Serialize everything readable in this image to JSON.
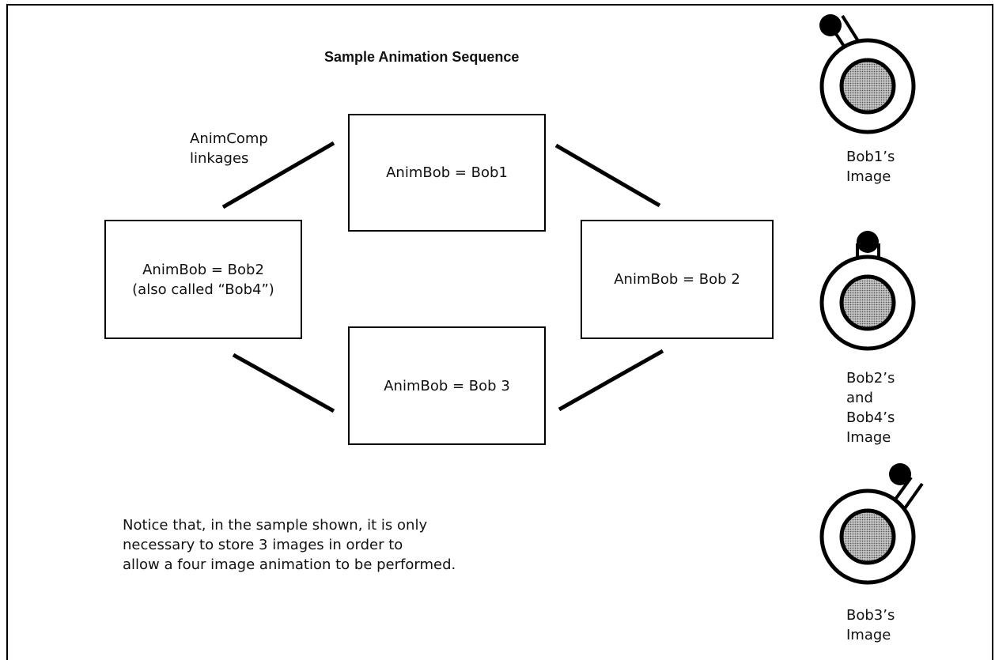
{
  "title": "Sample Animation Sequence",
  "linkage_label": [
    "AnimComp",
    "linkages"
  ],
  "boxes": {
    "top": [
      "AnimBob = Bob1"
    ],
    "left": [
      "AnimBob = Bob2",
      "(also called “Bob4”)"
    ],
    "right": [
      "AnimBob = Bob 2"
    ],
    "bottom": [
      "AnimBob = Bob 3"
    ]
  },
  "note": [
    "Notice that, in the sample shown, it is only",
    "necessary to store 3 images in order to",
    "allow a four image animation to be performed."
  ],
  "images": [
    {
      "caption": [
        "Bob1’s",
        "Image"
      ],
      "arm": "upper-left"
    },
    {
      "caption": [
        "Bob2’s",
        "and",
        "Bob4’s",
        "Image"
      ],
      "arm": "top"
    },
    {
      "caption": [
        "Bob3’s",
        "Image"
      ],
      "arm": "upper-right"
    }
  ],
  "colors": {
    "line": "#000000",
    "hub_fill": "#9a9a9a"
  }
}
